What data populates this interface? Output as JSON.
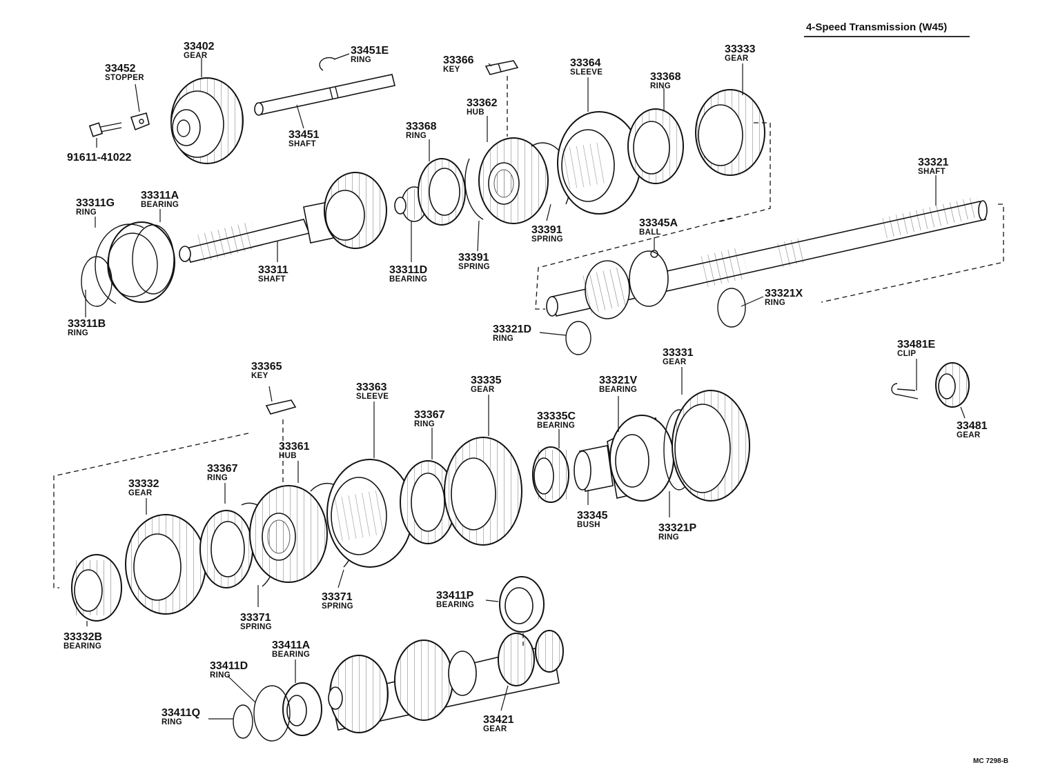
{
  "title": "4-Speed Transmission (W45)",
  "code": "MC 7298-B",
  "callouts": [
    {
      "id": "c-33402",
      "number": "33402",
      "name": "GEAR"
    },
    {
      "id": "c-33452",
      "number": "33452",
      "name": "STOPPER"
    },
    {
      "id": "c-91611",
      "number": "91611-41022",
      "name": ""
    },
    {
      "id": "c-33451E",
      "number": "33451E",
      "name": "RING"
    },
    {
      "id": "c-33451",
      "number": "33451",
      "name": "SHAFT"
    },
    {
      "id": "c-33366",
      "number": "33366",
      "name": "KEY"
    },
    {
      "id": "c-33362",
      "number": "33362",
      "name": "HUB"
    },
    {
      "id": "c-33368a",
      "number": "33368",
      "name": "RING"
    },
    {
      "id": "c-33364",
      "number": "33364",
      "name": "SLEEVE"
    },
    {
      "id": "c-33368b",
      "number": "33368",
      "name": "RING"
    },
    {
      "id": "c-33333",
      "number": "33333",
      "name": "GEAR"
    },
    {
      "id": "c-33321",
      "number": "33321",
      "name": "SHAFT"
    },
    {
      "id": "c-33311G",
      "number": "33311G",
      "name": "RING"
    },
    {
      "id": "c-33311A",
      "number": "33311A",
      "name": "BEARING"
    },
    {
      "id": "c-33311",
      "number": "33311",
      "name": "SHAFT"
    },
    {
      "id": "c-33311D",
      "number": "33311D",
      "name": "BEARING"
    },
    {
      "id": "c-33391a",
      "number": "33391",
      "name": "SPRING"
    },
    {
      "id": "c-33391b",
      "number": "33391",
      "name": "SPRING"
    },
    {
      "id": "c-33345A",
      "number": "33345A",
      "name": "BALL"
    },
    {
      "id": "c-33311B",
      "number": "33311B",
      "name": "RING"
    },
    {
      "id": "c-33321X",
      "number": "33321X",
      "name": "RING"
    },
    {
      "id": "c-33321D",
      "number": "33321D",
      "name": "RING"
    },
    {
      "id": "c-33481E",
      "number": "33481E",
      "name": "CLIP"
    },
    {
      "id": "c-33481",
      "number": "33481",
      "name": "GEAR"
    },
    {
      "id": "c-33365",
      "number": "33365",
      "name": "KEY"
    },
    {
      "id": "c-33363",
      "number": "33363",
      "name": "SLEEVE"
    },
    {
      "id": "c-33335",
      "number": "33335",
      "name": "GEAR"
    },
    {
      "id": "c-33321V",
      "number": "33321V",
      "name": "BEARING"
    },
    {
      "id": "c-33331",
      "number": "33331",
      "name": "GEAR"
    },
    {
      "id": "c-33367a",
      "number": "33367",
      "name": "RING"
    },
    {
      "id": "c-33335C",
      "number": "33335C",
      "name": "BEARING"
    },
    {
      "id": "c-33361",
      "number": "33361",
      "name": "HUB"
    },
    {
      "id": "c-33367b",
      "number": "33367",
      "name": "RING"
    },
    {
      "id": "c-33332",
      "number": "33332",
      "name": "GEAR"
    },
    {
      "id": "c-33345",
      "number": "33345",
      "name": "BUSH"
    },
    {
      "id": "c-33321P",
      "number": "33321P",
      "name": "RING"
    },
    {
      "id": "c-33371a",
      "number": "33371",
      "name": "SPRING"
    },
    {
      "id": "c-33371b",
      "number": "33371",
      "name": "SPRING"
    },
    {
      "id": "c-33411P",
      "number": "33411P",
      "name": "BEARING"
    },
    {
      "id": "c-33332B",
      "number": "33332B",
      "name": "BEARING"
    },
    {
      "id": "c-33411A",
      "number": "33411A",
      "name": "BEARING"
    },
    {
      "id": "c-33411D",
      "number": "33411D",
      "name": "RING"
    },
    {
      "id": "c-33411Q",
      "number": "33411Q",
      "name": "RING"
    },
    {
      "id": "c-33421",
      "number": "33421",
      "name": "GEAR"
    }
  ]
}
